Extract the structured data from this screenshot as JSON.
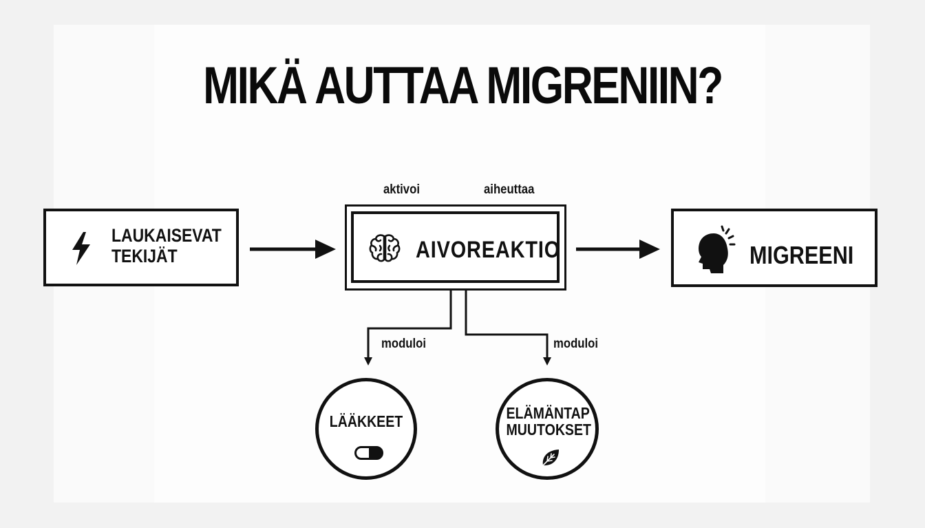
{
  "title": "MIKÄ AUTTAA MIGRENIIN?",
  "nodes": {
    "triggers": {
      "label": "LAUKAISEVAT\nTEKIJÄT",
      "icon": "lightning-icon"
    },
    "brain": {
      "label": "AIVOREAKTIO",
      "icon": "brain-icon"
    },
    "migraine": {
      "label": "MIGREENI",
      "icon": "head-pain-icon"
    },
    "medications": {
      "label": "LÄÄKKEET",
      "icon": "pill-icon"
    },
    "lifestyle": {
      "label": "ELÄMÄNTAP\nMUUTOKSET",
      "icon": "leaf-icon"
    }
  },
  "edges": {
    "activates": "aktivoi",
    "causes": "aiheuttaa",
    "modulates_left": "moduloi",
    "modulates_right": "moduloi"
  }
}
